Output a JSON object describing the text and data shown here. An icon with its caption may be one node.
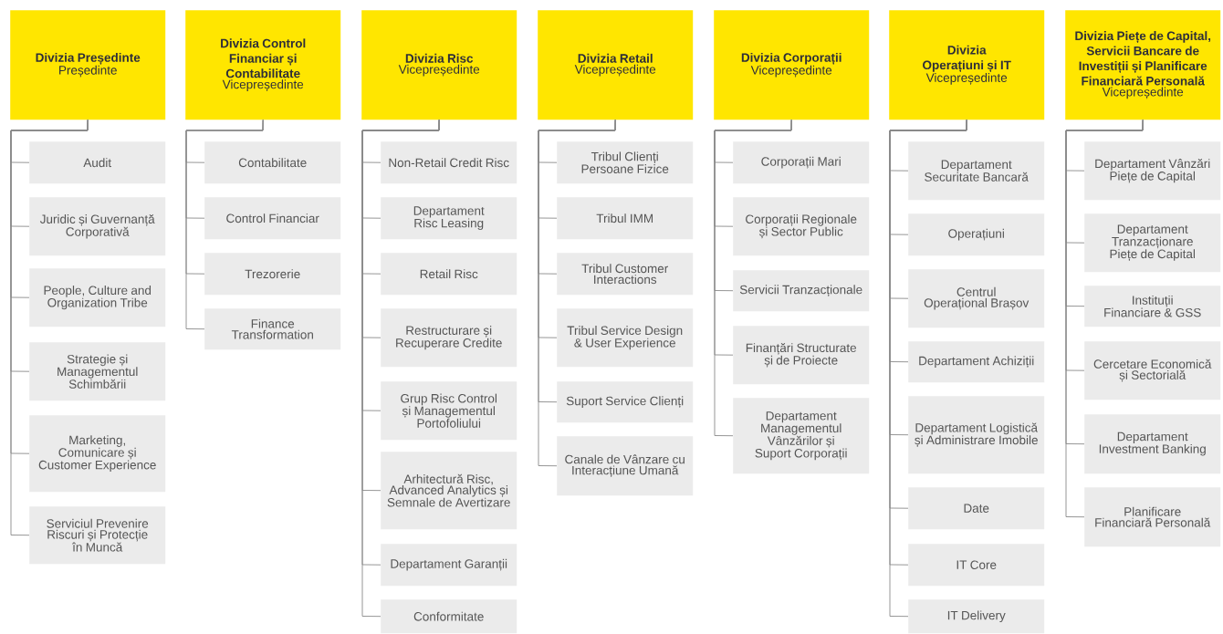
{
  "diagram": {
    "nodes": [
      {
        "text": [
          "Divizia Președinte",
          "Președinte"
        ]
      },
      {
        "text": [
          "Audit"
        ]
      },
      {
        "text": [
          "Juridic și Guvernanță Corporativă"
        ]
      },
      {
        "text": [
          "People, Culture and Organization Tribe"
        ]
      },
      {
        "text": [
          "Strategie și Managementul Schimbării"
        ]
      },
      {
        "text": [
          "Marketing, Comunicare și Customer Experience"
        ]
      },
      {
        "text": [
          "Serviciul Prevenire Riscuri și Protecție în Muncă"
        ]
      },
      {
        "text": [
          "Divizia Control Financiar și Contabilitate",
          "Vicepreședinte"
        ]
      },
      {
        "text": [
          "Contabilitate"
        ]
      },
      {
        "text": [
          "Control Financiar"
        ]
      },
      {
        "text": [
          "Trezorerie"
        ]
      },
      {
        "text": [
          "Finance Transformation"
        ]
      },
      {
        "text": [
          "Divizia Risc",
          "Vicepreședinte"
        ]
      },
      {
        "text": [
          "Non-Retail Credit Risc"
        ]
      },
      {
        "text": [
          "Departament Risc Leasing"
        ]
      },
      {
        "text": [
          "Retail Risc"
        ]
      },
      {
        "text": [
          "Restructurare și Recuperare Credite"
        ]
      },
      {
        "text": [
          "Grup Risc Control și Managementul Portofoliului"
        ]
      },
      {
        "text": [
          "Arhitectură Risc, Advanced Analytics și Semnale de Avertizare"
        ]
      },
      {
        "text": [
          "Departament Garanții"
        ]
      },
      {
        "text": [
          "Conformitate"
        ]
      },
      {
        "text": [
          "Divizia Retail",
          "Vicepreședinte"
        ]
      },
      {
        "text": [
          "Tribul Clienți Persoane Fizice"
        ]
      },
      {
        "text": [
          "Tribul IMM"
        ]
      },
      {
        "text": [
          "Tribul Customer Interactions"
        ]
      },
      {
        "text": [
          "Tribul Service Design & User Experience"
        ]
      },
      {
        "text": [
          "Suport Service Clienți"
        ]
      },
      {
        "text": [
          "Canale de Vânzare cu Interacțiune Umană"
        ]
      },
      {
        "text": [
          "Divizia Corporații",
          "Vicepreședinte"
        ]
      },
      {
        "text": [
          "Corporații Mari"
        ]
      },
      {
        "text": [
          "Corporații Regionale și Sector Public"
        ]
      },
      {
        "text": [
          "Servicii Tranzacționale"
        ]
      },
      {
        "text": [
          "Finanțări Structurate și de Proiecte"
        ]
      },
      {
        "text": [
          "Departament Managementul Vânzărilor și Suport Corporații"
        ]
      },
      {
        "text": [
          "Divizia Operațiuni și IT",
          "Vicepreședinte"
        ]
      },
      {
        "text": [
          "Departament Securitate Bancară"
        ]
      },
      {
        "text": [
          "Operațiuni"
        ]
      },
      {
        "text": [
          "Centrul Operațional Brașov"
        ]
      },
      {
        "text": [
          "Departament Achiziții"
        ]
      },
      {
        "text": [
          "Departament Logistică și Administrare Imobile"
        ]
      },
      {
        "text": [
          "Date"
        ]
      },
      {
        "text": [
          "IT Core"
        ]
      },
      {
        "text": [
          "IT Delivery"
        ]
      },
      {
        "text": [
          "Divizia Piețe de Capital, Servicii Bancare de Investiții și Planificare Financiară Personală",
          "Vicepreședinte"
        ]
      },
      {
        "text": [
          "Departament Vânzări Piețe de Capital"
        ]
      },
      {
        "text": [
          "Departament Tranzacționare Piețe de Capital"
        ]
      },
      {
        "text": [
          "Instituții Financiare & GSS"
        ]
      },
      {
        "text": [
          "Cercetare Economică și Sectorială"
        ]
      },
      {
        "text": [
          "Departament Investment Banking"
        ]
      },
      {
        "text": [
          "Planificare Financiară Personală"
        ]
      }
    ],
    "edges": [
      {
        "from": 0,
        "to": 1,
        "arrow": "none"
      },
      {
        "from": 0,
        "to": 2,
        "arrow": "none"
      },
      {
        "from": 0,
        "to": 3,
        "arrow": "none"
      },
      {
        "from": 0,
        "to": 4,
        "arrow": "none"
      },
      {
        "from": 0,
        "to": 5,
        "arrow": "none"
      },
      {
        "from": 0,
        "to": 6,
        "arrow": "none"
      },
      {
        "from": 7,
        "to": 8,
        "arrow": "none"
      },
      {
        "from": 7,
        "to": 9,
        "arrow": "none"
      },
      {
        "from": 7,
        "to": 10,
        "arrow": "none"
      },
      {
        "from": 7,
        "to": 11,
        "arrow": "none"
      },
      {
        "from": 12,
        "to": 13,
        "arrow": "none"
      },
      {
        "from": 12,
        "to": 14,
        "arrow": "none"
      },
      {
        "from": 12,
        "to": 15,
        "arrow": "none"
      },
      {
        "from": 12,
        "to": 16,
        "arrow": "none"
      },
      {
        "from": 12,
        "to": 17,
        "arrow": "none"
      },
      {
        "from": 12,
        "to": 18,
        "arrow": "none"
      },
      {
        "from": 12,
        "to": 19,
        "arrow": "none"
      },
      {
        "from": 12,
        "to": 20,
        "arrow": "none"
      },
      {
        "from": 21,
        "to": 22,
        "arrow": "none"
      },
      {
        "from": 21,
        "to": 23,
        "arrow": "none"
      },
      {
        "from": 21,
        "to": 24,
        "arrow": "none"
      },
      {
        "from": 21,
        "to": 25,
        "arrow": "none"
      },
      {
        "from": 21,
        "to": 26,
        "arrow": "none"
      },
      {
        "from": 21,
        "to": 27,
        "arrow": "none"
      },
      {
        "from": 28,
        "to": 29,
        "arrow": "none"
      },
      {
        "from": 28,
        "to": 30,
        "arrow": "none"
      },
      {
        "from": 28,
        "to": 31,
        "arrow": "none"
      },
      {
        "from": 28,
        "to": 32,
        "arrow": "none"
      },
      {
        "from": 28,
        "to": 33,
        "arrow": "none"
      },
      {
        "from": 34,
        "to": 35,
        "arrow": "none"
      },
      {
        "from": 34,
        "to": 36,
        "arrow": "none"
      },
      {
        "from": 34,
        "to": 37,
        "arrow": "none"
      },
      {
        "from": 34,
        "to": 38,
        "arrow": "none"
      },
      {
        "from": 34,
        "to": 39,
        "arrow": "none"
      },
      {
        "from": 34,
        "to": 40,
        "arrow": "none"
      },
      {
        "from": 34,
        "to": 41,
        "arrow": "none"
      },
      {
        "from": 34,
        "to": 42,
        "arrow": "none"
      },
      {
        "from": 43,
        "to": 44,
        "arrow": "none"
      },
      {
        "from": 43,
        "to": 45,
        "arrow": "none"
      },
      {
        "from": 43,
        "to": 46,
        "arrow": "none"
      },
      {
        "from": 43,
        "to": 47,
        "arrow": "none"
      },
      {
        "from": 43,
        "to": 48,
        "arrow": "none"
      },
      {
        "from": 43,
        "to": 49,
        "arrow": "none"
      }
    ]
  }
}
